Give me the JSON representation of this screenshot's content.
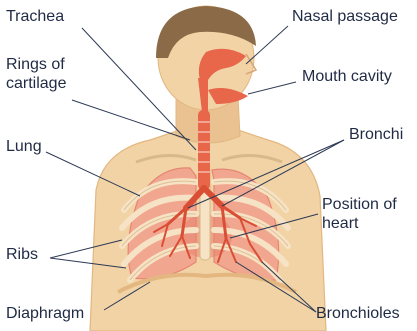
{
  "labels": {
    "trachea": "Trachea",
    "rings_line1": "Rings of",
    "rings_line2": "cartilage",
    "lung": "Lung",
    "ribs": "Ribs",
    "diaphragm": "Diaphragm",
    "nasal_passage": "Nasal passage",
    "mouth_cavity": "Mouth cavity",
    "bronchi": "Bronchi",
    "heart_line1": "Position of",
    "heart_line2": "heart",
    "bronchioles": "Bronchioles"
  },
  "colors": {
    "skin": "#f1d3a6",
    "skin_shade": "#e3b77f",
    "hair": "#8a6a47",
    "airway": "#e8664a",
    "lung": "#f2a58e",
    "lung_dark": "#e68270",
    "rib": "#f6e2c4",
    "rib_outline": "#d8b98a",
    "leader_line": "#2d3a55",
    "text": "#1f2a44"
  }
}
